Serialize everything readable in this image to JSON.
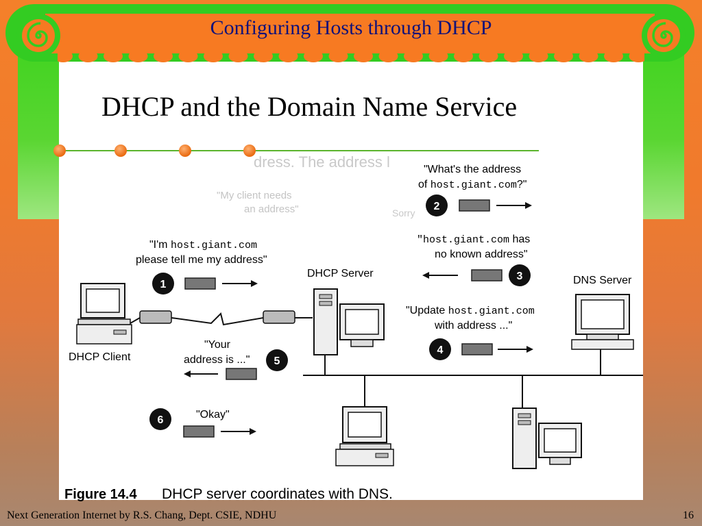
{
  "header": {
    "title": "Configuring Hosts through DHCP"
  },
  "slide": {
    "heading": "DHCP and the Domain Name Service"
  },
  "figure": {
    "caption_number": "Figure 14.4",
    "caption_text": "DHCP server coordinates with DNS.",
    "labels": {
      "dhcp_client": "DHCP Client",
      "dhcp_server": "DHCP Server",
      "dns_server": "DNS Server"
    },
    "steps": [
      {
        "num": "1",
        "line1_a": "\"I'm ",
        "line1_mono": "host.giant.com",
        "line2": "please tell me my address\""
      },
      {
        "num": "2",
        "line1": "\"What's the address",
        "line2_a": "of ",
        "line2_mono": "host.giant.com",
        "line2_b": "?\""
      },
      {
        "num": "3",
        "line1_mono": "\"host.giant.com",
        "line1_b": " has",
        "line2": "no known address\""
      },
      {
        "num": "4",
        "line1_a": "\"Update ",
        "line1_mono": "host.giant.com",
        "line2": "with address ...\""
      },
      {
        "num": "5",
        "line1": "\"Your",
        "line2": "address is ...\""
      },
      {
        "num": "6",
        "line1": "\"Okay\""
      }
    ],
    "faded_text": {
      "top": "dress. The address l",
      "client_needs_1": "\"My client needs",
      "client_needs_2": "an address\"",
      "faded_mid": "Sorry"
    }
  },
  "footer": {
    "left": "Next Generation Internet by R.S. Chang, Dept. CSIE, NDHU",
    "page": "16"
  },
  "colors": {
    "banner_green": "#33cc22",
    "banner_orange": "#f77a22",
    "title_blue": "#10127a"
  }
}
